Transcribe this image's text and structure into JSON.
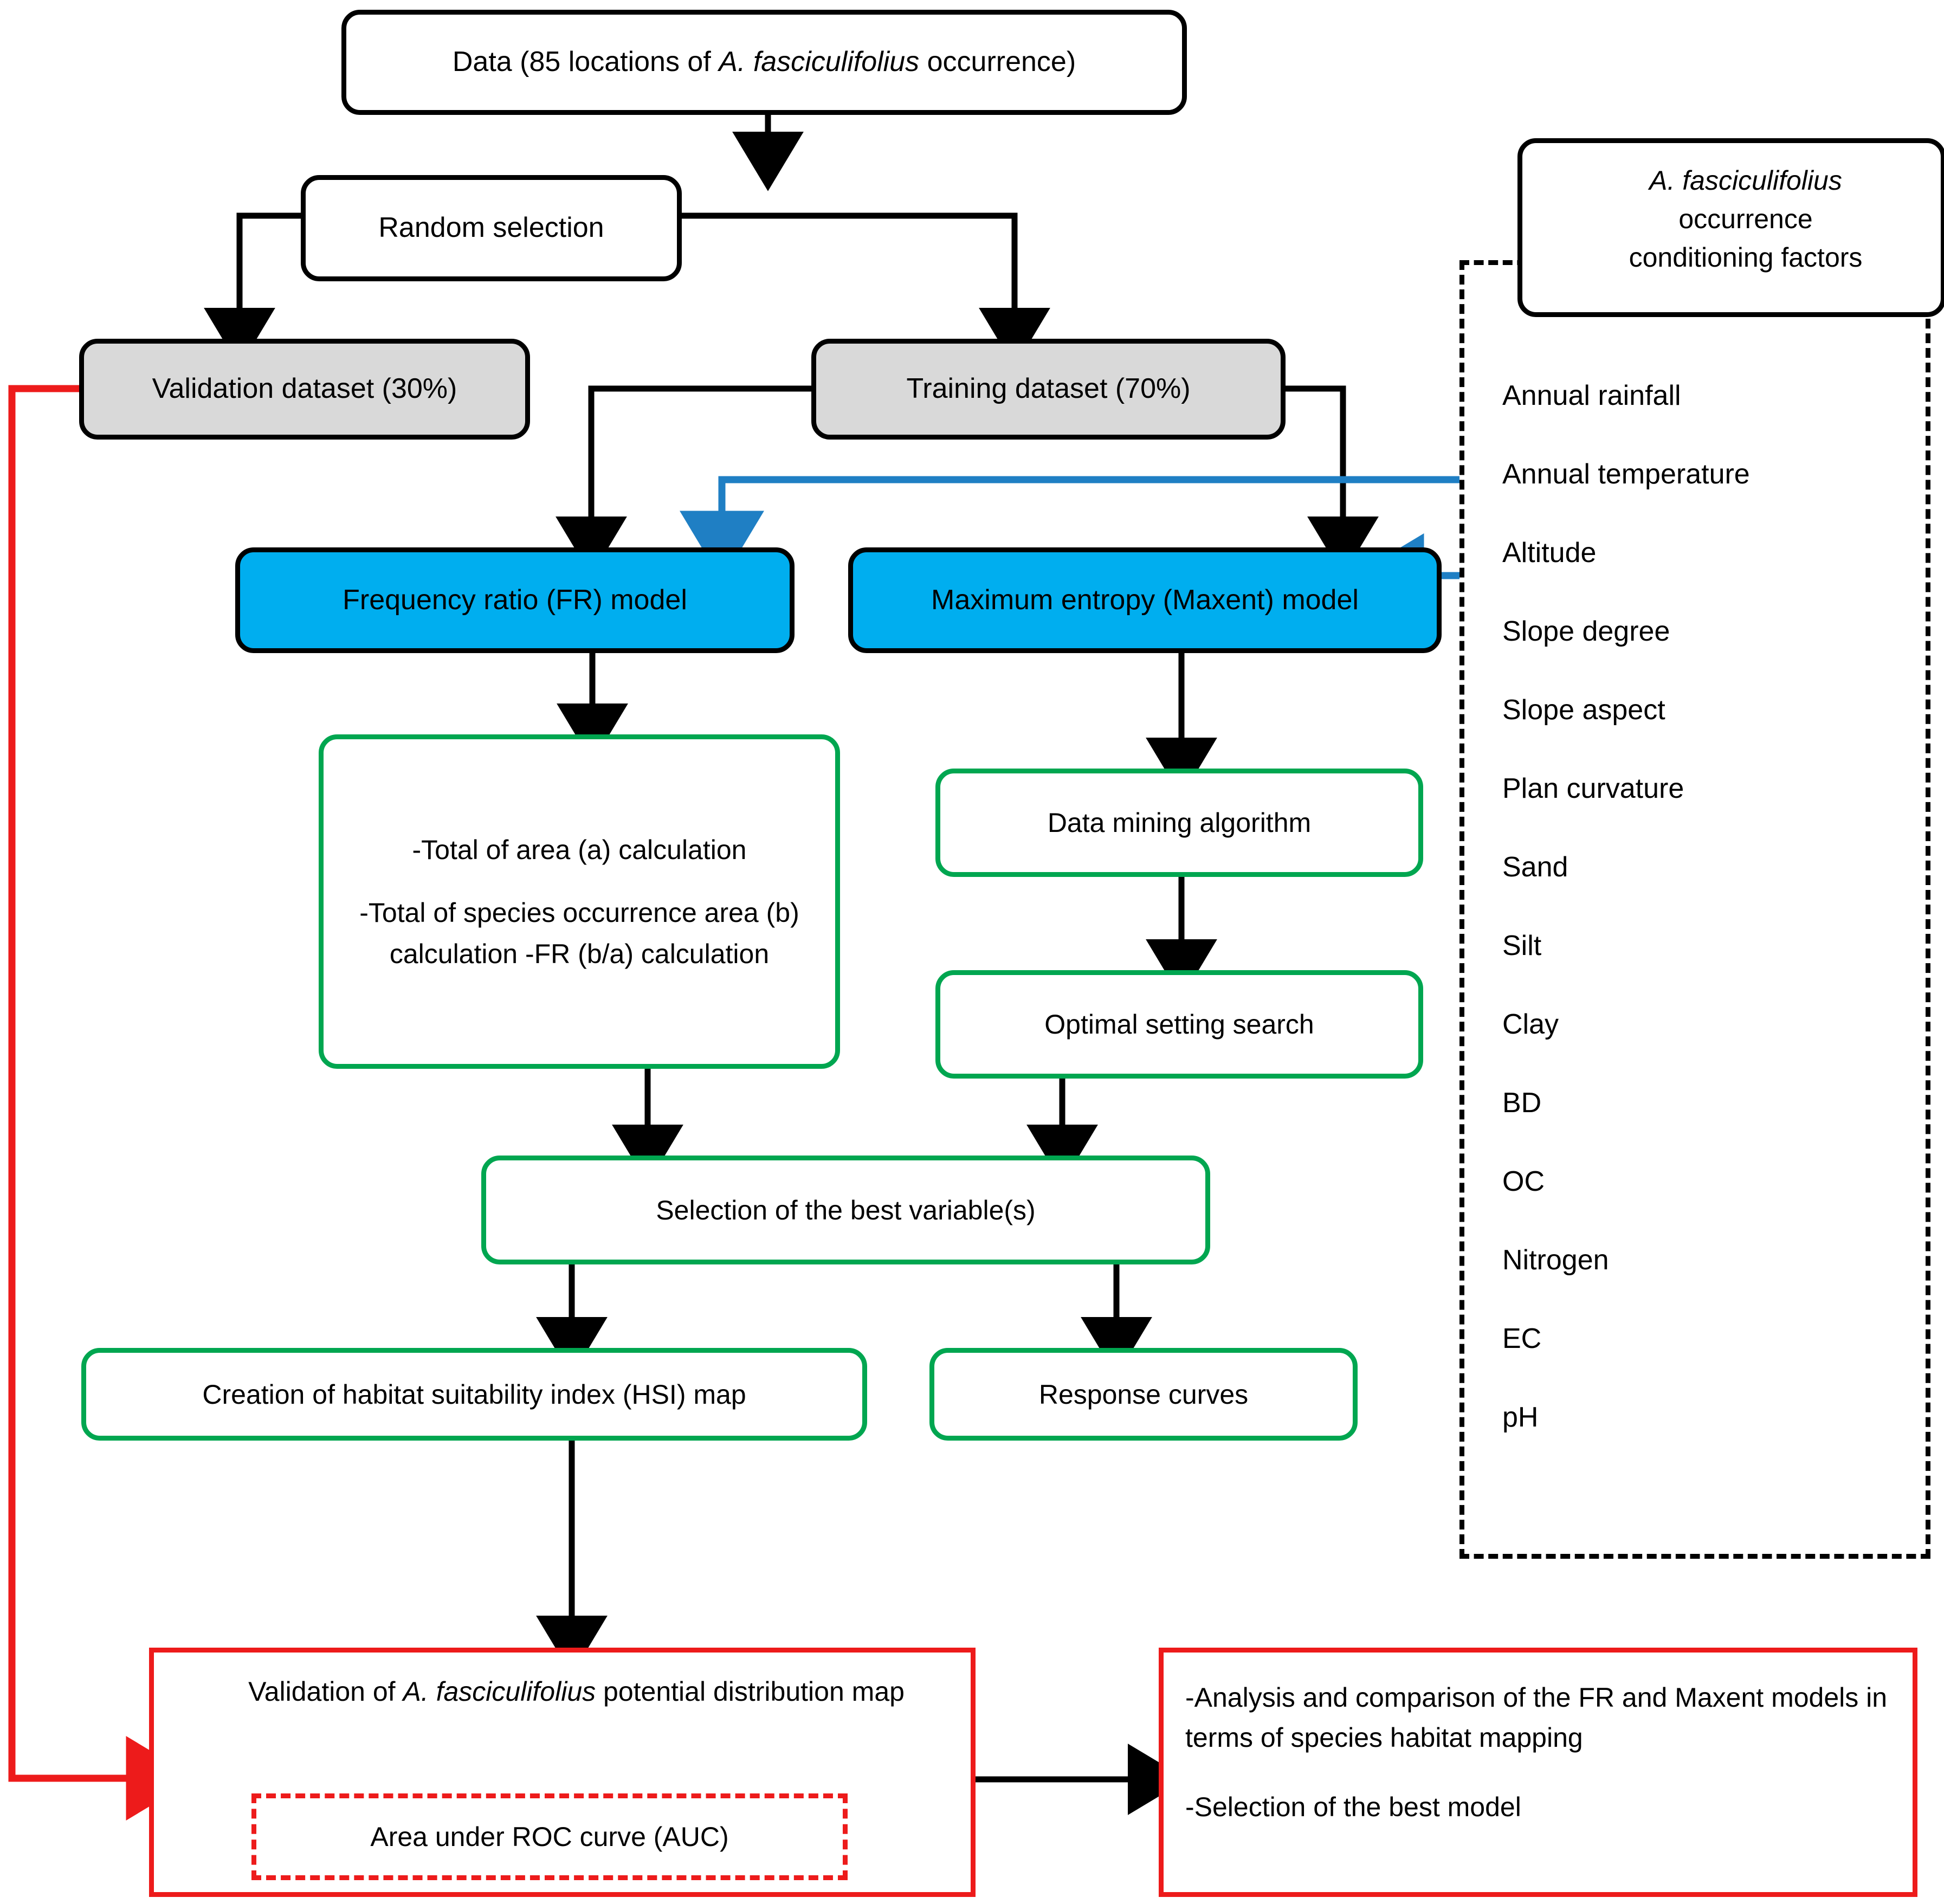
{
  "diagram": {
    "title": "Species distribution modelling workflow flowchart",
    "colors": {
      "model_fill": "#00AEEF",
      "dataset_fill": "#D9D9D9",
      "process_border": "#00A650",
      "validation_border": "#ED1B1B",
      "connector_black": "#000000",
      "connector_blue": "#1F7FC4",
      "connector_red": "#ED1B1B"
    }
  },
  "nodes": {
    "data": {
      "label": "Data (85 locations of ",
      "label_italic": "A. fasciculifolius",
      "label_tail": " occurrence)"
    },
    "random_selection": {
      "label": "Random selection"
    },
    "validation_dataset": {
      "label": "Validation dataset (30%)"
    },
    "training_dataset": {
      "label": "Training dataset (70%)"
    },
    "fr_model": {
      "label": "Frequency ratio (FR) model"
    },
    "maxent_model": {
      "label": "Maximum entropy (Maxent) model"
    },
    "fr_steps": {
      "line1": "-Total of area (a) calculation",
      "line2": "-Total of species occurrence area (b) calculation -FR (b/a) calculation"
    },
    "data_mining": {
      "label": "Data mining algorithm"
    },
    "optimal_setting": {
      "label": "Optimal setting search"
    },
    "best_variables": {
      "label": "Selection of the best variable(s)"
    },
    "hsi_map": {
      "label": "Creation of habitat suitability index (HSI) map"
    },
    "response_curves": {
      "label": "Response curves"
    },
    "validation_box": {
      "label_head": "Validation of ",
      "label_italic": "A. fasciculifolius",
      "label_tail": " potential distribution map",
      "auc_label": "Area under ROC curve (AUC)"
    },
    "comparison_box": {
      "line1": "-Analysis and comparison of the FR and Maxent models in terms of species habitat mapping",
      "line2": "-Selection of the best model"
    }
  },
  "conditioning": {
    "header_italic": "A. fasciculifolius",
    "header_line2": "occurrence",
    "header_line3": "conditioning factors",
    "factors": [
      "Annual rainfall",
      "Annual temperature",
      "Altitude",
      "Slope degree",
      "Slope aspect",
      "Plan curvature",
      "Sand",
      "Silt",
      "Clay",
      "BD",
      "OC",
      "Nitrogen",
      "EC",
      "pH"
    ]
  }
}
